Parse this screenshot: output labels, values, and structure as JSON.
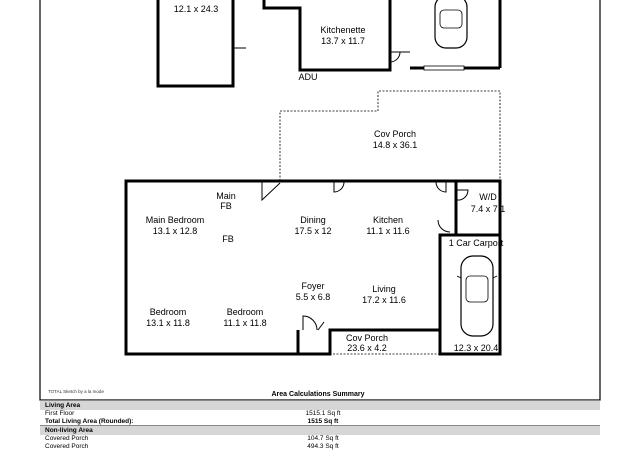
{
  "rooms": {
    "top_room": "12.1 x 24.3",
    "kitchenette": "Kitchenette",
    "kitchenette_dim": "13.7 x 11.7",
    "adu": "ADU",
    "cov_porch_top": "Cov Porch",
    "cov_porch_top_dim": "14.8 x 36.1",
    "main_fb": "Main",
    "main_fb2": "FB",
    "fb": "FB",
    "main_bedroom": "Main Bedroom",
    "main_bedroom_dim": "13.1 x 12.8",
    "dining": "Dining",
    "dining_dim": "17.5 x 12",
    "kitchen": "Kitchen",
    "kitchen_dim": "11.1 x 11.6",
    "wd": "W/D",
    "wd_dim": "7.4 x 7.1",
    "carport": "1 Car Carport",
    "carport_dim": "12.3 x 20.4",
    "foyer": "Foyer",
    "foyer_dim": "5.5 x 6.8",
    "living": "Living",
    "living_dim": "17.2 x 11.6",
    "bedroom1": "Bedroom",
    "bedroom1_dim": "13.1 x 11.8",
    "bedroom2": "Bedroom",
    "bedroom2_dim": "11.1 x 11.8",
    "cov_porch_bottom": "Cov Porch",
    "cov_porch_bottom_dim": "23.6 x 4.2"
  },
  "footer_note": "TOTAL Sketch by a la mode",
  "summary": {
    "title": "Area Calculations Summary",
    "living_area": {
      "heading": "Living Area",
      "rows": [
        {
          "label": "First Floor",
          "value": "1515.1 Sq ft",
          "bold": false
        },
        {
          "label": "Total Living Area (Rounded):",
          "value": "1515 Sq ft",
          "bold": true
        }
      ]
    },
    "non_living_area": {
      "heading": "Non-living Area",
      "rows": [
        {
          "label": "Covered Porch",
          "value": "104.7 Sq ft"
        },
        {
          "label": "Covered Porch",
          "value": "494.3 Sq ft"
        }
      ]
    }
  }
}
